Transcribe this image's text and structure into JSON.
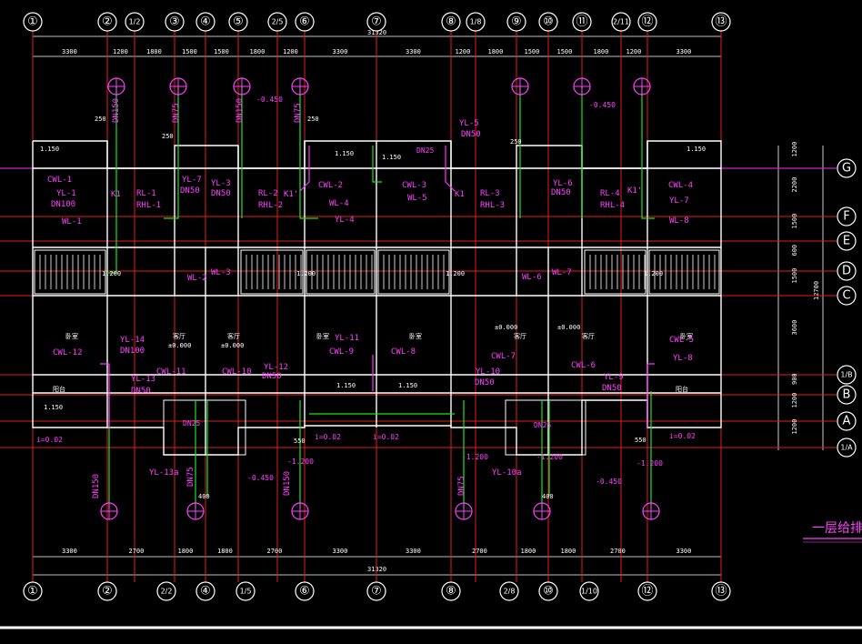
{
  "drawing": {
    "title": "一层给排",
    "overall_dim": "31320"
  },
  "grid_top": [
    "①",
    "②",
    "1/2",
    "③",
    "④",
    "⑤",
    "2/5",
    "⑥",
    "⑦",
    "⑧",
    "1/8",
    "⑨",
    "⑩",
    "⑪",
    "2/11",
    "⑫",
    "⑬"
  ],
  "grid_bottom": [
    "①",
    "②",
    "2/2",
    "④",
    "1/5",
    "⑥",
    "⑦",
    "⑧",
    "2/8",
    "⑩",
    "1/10",
    "⑫",
    "⑬"
  ],
  "grid_rows": [
    "G",
    "F",
    "E",
    "D",
    "C",
    "1/B",
    "B",
    "A",
    "1/A"
  ],
  "dims_top": [
    "3300",
    "1200",
    "1800",
    "1500",
    "1500",
    "1800",
    "1200",
    "3300",
    "3300",
    "1200",
    "1800",
    "1500",
    "1500",
    "1800",
    "1200",
    "3300"
  ],
  "dims_bottom": [
    "3300",
    "2700",
    "1800",
    "1800",
    "2700",
    "3300",
    "3300",
    "2700",
    "1800",
    "1800",
    "2700",
    "3300"
  ],
  "dims_right": [
    "1200",
    "2200",
    "1500",
    "600",
    "1500",
    "3600",
    "900",
    "1200",
    "1200"
  ],
  "dim_right_total": "12700",
  "room_labels": [
    "卧室",
    "客厅",
    "客厅",
    "卧室",
    "卧室",
    "客厅",
    "客厅",
    "卧室",
    "阳台",
    "阳台"
  ],
  "elev_labels": [
    "±0.000",
    "±0.000",
    "±0.000",
    "±0.000"
  ],
  "pipe_labels": [
    "CWL-1",
    "YL-1",
    "DN100",
    "WL-1",
    "YL-7",
    "DN50",
    "YL-3",
    "DN50",
    "RL-2",
    "RHL-2",
    "WL-2",
    "WL-3",
    "CWL-2",
    "WL-4",
    "YL-4",
    "CWL-3",
    "WL-5",
    "YL-5",
    "DN50",
    "RL-3",
    "RHL-3",
    "WL-6",
    "WL-7",
    "YL-6",
    "DN50",
    "CWL-4",
    "YL-7",
    "WL-8",
    "CWL-12",
    "YL-14",
    "DN100",
    "YL-13",
    "DN50",
    "CWL-11",
    "CWL-10",
    "YL-12",
    "DN50",
    "YL-11",
    "CWL-9",
    "CWL-8",
    "YL-10",
    "DN50",
    "CWL-7",
    "CWL-6",
    "YL-9",
    "DN50",
    "CWL-5",
    "YL-8",
    "YL-13a",
    "YL-10a",
    "DN150",
    "DN75",
    "DN150",
    "DN75",
    "DN150",
    "DN75",
    "DN150",
    "DN75",
    "K1",
    "K1'",
    "K1",
    "K1'",
    "RL-1",
    "RHL-1",
    "RL-4",
    "RHL-4"
  ],
  "note_labels": [
    "-0.450",
    "-0.450",
    "-0.450",
    "-0.450",
    "-1.200",
    "-1.200",
    "-1.200",
    "-1.200",
    "i=0.02",
    "i=0.02",
    "i=0.02",
    "i=0.02",
    "1.150",
    "1.150",
    "1.150",
    "1.150",
    "1.150",
    "1.150",
    "1.150",
    "1.200",
    "1.200",
    "1.200",
    "1.200",
    "250",
    "250",
    "250",
    "250",
    "550",
    "550",
    "400",
    "400",
    "DN25",
    "DN25",
    "DN25"
  ]
}
